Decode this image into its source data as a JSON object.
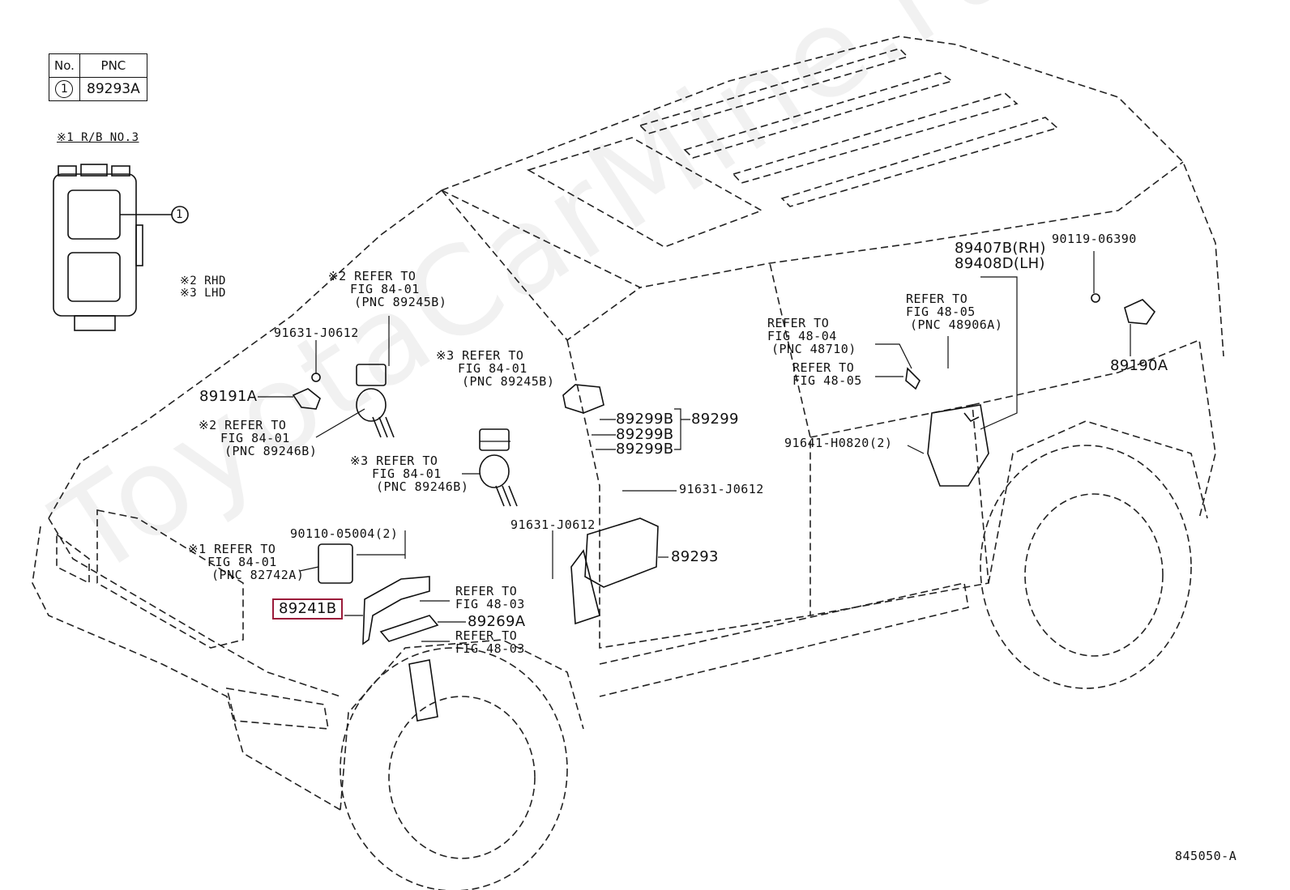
{
  "legend": {
    "header_no": "No.",
    "header_pnc": "PNC",
    "row_no": "1",
    "row_pnc": "89293A"
  },
  "rb_label": "※1 R/B NO.3",
  "rb_callout": "1",
  "notes": {
    "rhd": "※2 RHD",
    "lhd": "※3 LHD"
  },
  "labels": {
    "p89191A": "89191A",
    "p91631_a": "91631-J0612",
    "ref_84_01_245_rhd": [
      "※2 REFER TO",
      "FIG 84-01",
      "(PNC 89245B)"
    ],
    "ref_84_01_246_rhd": [
      "※2 REFER TO",
      "FIG 84-01",
      "(PNC 89246B)"
    ],
    "ref_84_01_245_lhd": [
      "※3 REFER TO",
      "FIG 84-01",
      "(PNC 89245B)"
    ],
    "ref_84_01_246_lhd": [
      "※3 REFER TO",
      "FIG 84-01",
      "(PNC 89246B)"
    ],
    "p89299B_1": "89299B",
    "p89299B_2": "89299B",
    "p89299B_3": "89299B",
    "p89299": "89299",
    "p91631_b": "91631-J0612",
    "p91631_c": "91631-J0612",
    "p89293": "89293",
    "p90110": "90110-05004(2)",
    "ref_84_01_827": [
      "※1 REFER TO",
      "FIG 84-01",
      "(PNC 82742A)"
    ],
    "p89241B": "89241B",
    "ref_48_03_a": [
      "REFER TO",
      "FIG 48-03"
    ],
    "p89269A": "89269A",
    "ref_48_03_b": [
      "REFER TO",
      "FIG 48-03"
    ],
    "p89407B": "89407B(RH)",
    "p89408D": "89408D(LH)",
    "ref_48_05_489": [
      "REFER TO",
      "FIG 48-05",
      "(PNC 48906A)"
    ],
    "ref_48_04": [
      "REFER TO",
      "FIG 48-04",
      "(PNC 48710)"
    ],
    "ref_48_05": [
      "REFER TO",
      "FIG 48-05"
    ],
    "p91641": "91641-H0820(2)",
    "p90119": "90119-06390",
    "p89190A": "89190A",
    "figure_id": "845050-A"
  },
  "watermark": "ToyotaCarMine.ru",
  "colors": {
    "highlight": "#9b1b3a",
    "line": "#111111"
  }
}
